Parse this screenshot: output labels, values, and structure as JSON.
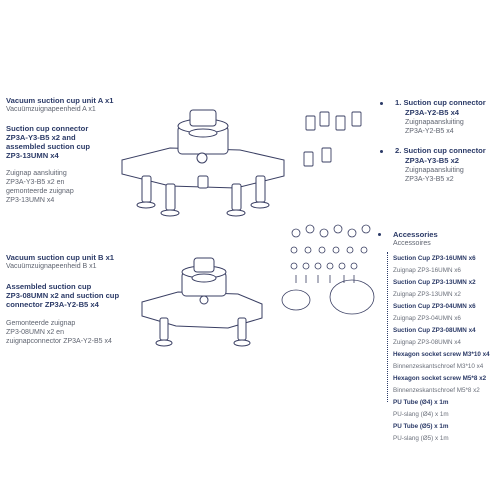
{
  "unit_a": {
    "title": "Vacuum suction cup unit A x1",
    "title_nl": "Vacuümzuignapeenheid A x1",
    "parts_title": [
      "Suction cup connector",
      "ZP3A-Y3-B5 x2 and",
      "assembled suction cup",
      "ZP3-13UMN x4"
    ],
    "parts_nl": [
      "Zuignap aansluiting",
      "ZP3A-Y3-B5 x2 en",
      "gemonteerde zuignap",
      "ZP3-13UMN x4"
    ]
  },
  "unit_b": {
    "title": "Vacuum suction cup unit B x1",
    "title_nl": "Vacuümzuignapeenheid B x1",
    "parts_title": [
      "Assembled suction cup",
      "ZP3-08UMN x2 and suction cup",
      "connector ZP3A-Y2-B5 x4"
    ],
    "parts_nl": [
      "Gemonteerde zuignap",
      "ZP3-08UMN x2 en",
      "zuignapconnector ZP3A-Y2-B5 x4"
    ]
  },
  "connectors": {
    "item1_title": "1. Suction cup connector",
    "item1_code": "ZP3A-Y2-B5 x4",
    "item1_nl": [
      "Zuignapaansluiting",
      "ZP3A-Y2-B5 x4"
    ],
    "item2_title": "2. Suction cup connector",
    "item2_code": "ZP3A-Y3-B5 x2",
    "item2_nl": [
      "Zuignapaansluiting",
      "ZP3A-Y3-B5 x2"
    ]
  },
  "accessories": {
    "title": "Accessories",
    "title_nl": "Accessoires",
    "items": [
      {
        "name": "Suction Cup ZP3-16UMN x6",
        "nl": "Zuignap ZP3-16UMN x6"
      },
      {
        "name": "Suction Cup ZP3-13UMN x2",
        "nl": "Zuignap ZP3-13UMN x2"
      },
      {
        "name": "Suction Cup ZP3-04UMN x6",
        "nl": "Zuignap ZP3-04UMN x6"
      },
      {
        "name": "Suction Cup ZP3-08UMN x4",
        "nl": "Zuignap ZP3-08UMN x4"
      },
      {
        "name": "Hexagon socket screw M3*10 x4",
        "nl": "Binnenzeskantschroef M3*10 x4"
      },
      {
        "name": "Hexagon socket screw M5*8 x2",
        "nl": "Binnenzeskantschroef M5*8 x2"
      },
      {
        "name": "PU Tube (Ø4) x 1m",
        "nl": "PU-slang (Ø4) x 1m"
      },
      {
        "name": "PU Tube (Ø5) x 1m",
        "nl": "PU-slang (Ø5) x 1m"
      }
    ]
  },
  "colors": {
    "accent": "#2b3a67",
    "secondary_text": "#5f6470",
    "line_art": "#3a3f63"
  }
}
